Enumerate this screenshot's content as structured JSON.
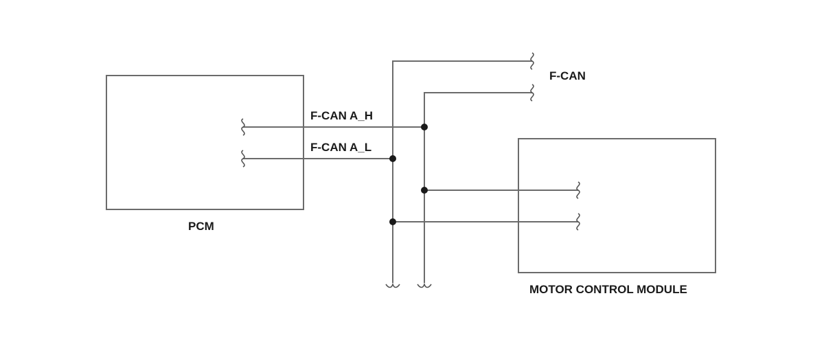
{
  "labels": {
    "bus": "F-CAN",
    "signal_high": "F-CAN A_H",
    "signal_low": "F-CAN A_L",
    "module_left": "PCM",
    "module_right": "MOTOR CONTROL MODULE"
  },
  "colors": {
    "wire": "#6b6b6b",
    "splice": "#1a1a1a",
    "text": "#1a1a1a"
  }
}
